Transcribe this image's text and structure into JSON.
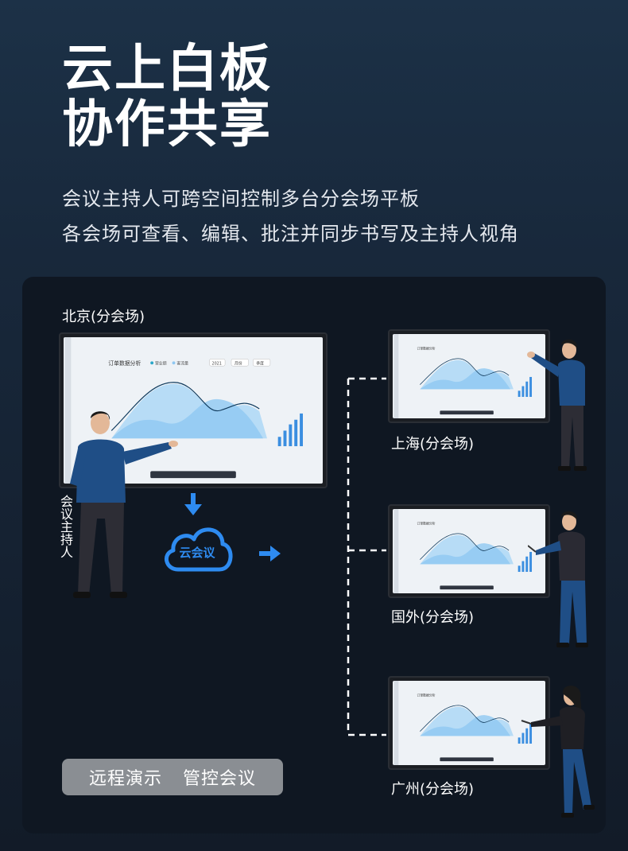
{
  "headline": {
    "line1": "云上白板",
    "line2": "协作共享"
  },
  "subtitle": {
    "line1": "会议主持人可跨空间控制多台分会场平板",
    "line2": "各会场可查看、编辑、批注并同步书写及主持人视角"
  },
  "main_venue": {
    "label": "北京(分会场)",
    "host_label": "会议主持人"
  },
  "screen_content": {
    "chart_title": "订单数据分析",
    "legend_a": "营业额",
    "legend_b": "客流量",
    "year": "2021",
    "period": "月份",
    "season": "季度"
  },
  "cloud": {
    "label": "云会议"
  },
  "sub_venues": [
    {
      "label": "上海(分会场)"
    },
    {
      "label": "国外(分会场)"
    },
    {
      "label": "广州(分会场)"
    }
  ],
  "bottom_pill": {
    "item1": "远程演示",
    "item2": "管控会议"
  },
  "colors": {
    "accent": "#2e8bf0",
    "chart_fill": "#8fc8f2",
    "panel": "#0f1722"
  }
}
